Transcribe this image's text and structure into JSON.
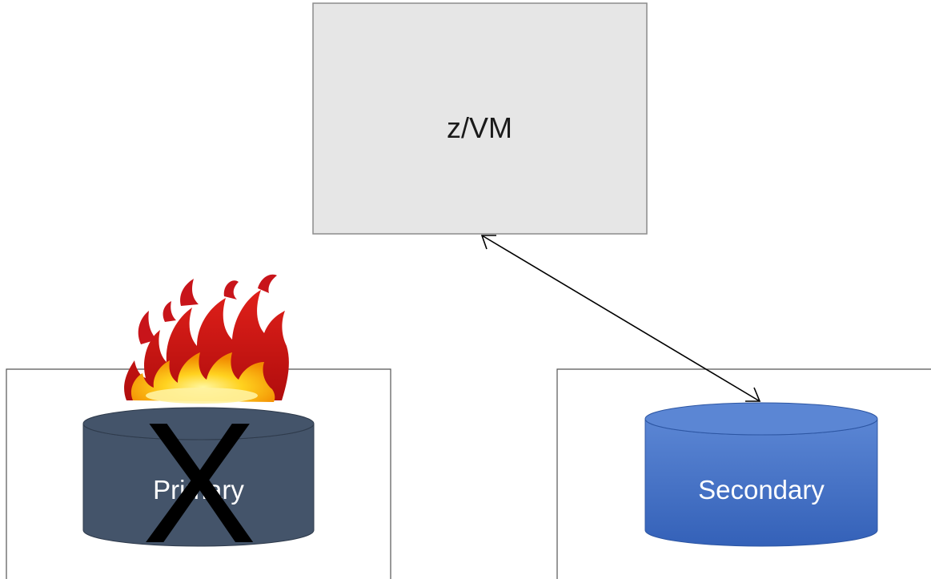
{
  "hypervisor": {
    "label": "z/VM",
    "fill_color": "#e6e6e6",
    "border_color": "#8c8c8c"
  },
  "primary": {
    "label": "Primary",
    "status": "failed",
    "failure_mark": "X",
    "fill_color": "#44546a",
    "fire_icon": "fire-icon"
  },
  "secondary": {
    "label": "Secondary",
    "status": "active",
    "fill_color": "#4472c4"
  },
  "connection": {
    "from": "z/VM",
    "to": "Secondary",
    "direction": "bidirectional"
  }
}
